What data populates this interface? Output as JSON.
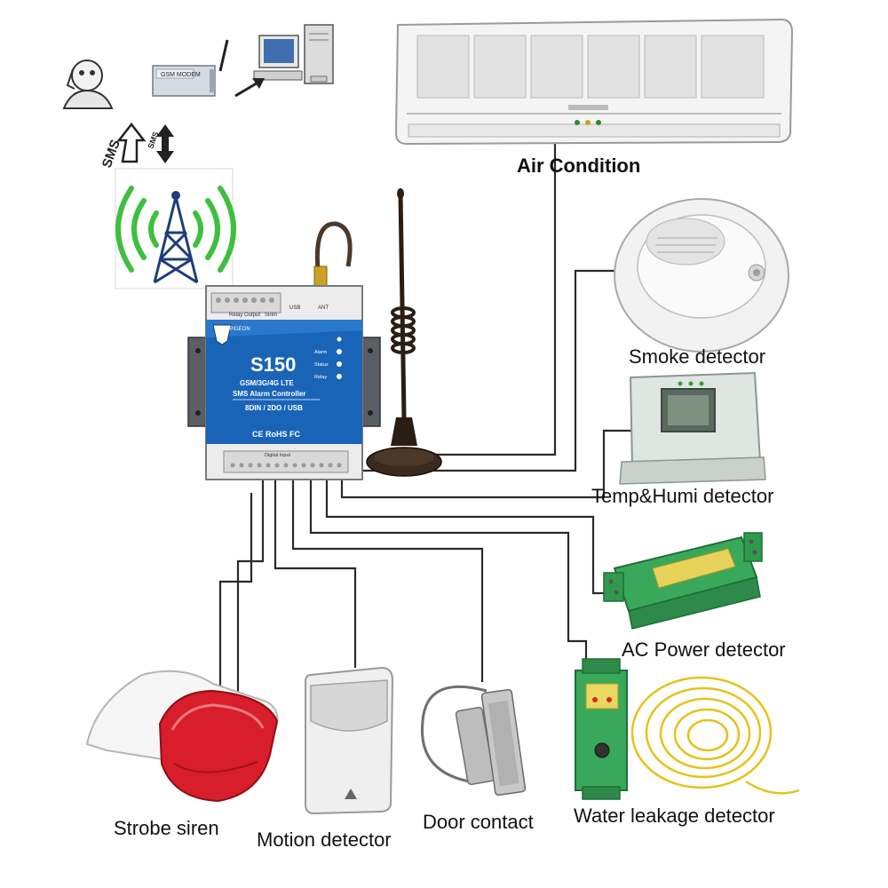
{
  "labels": {
    "air_condition": "Air Condition",
    "smoke": "Smoke detector",
    "temp_humi": "Temp&Humi detector",
    "ac_power": "AC Power detector",
    "water_leak": "Water leakage detector",
    "door": "Door contact",
    "motion": "Motion detector",
    "siren": "Strobe siren"
  },
  "sms_top": {
    "sms_left": "SMS",
    "sms_right": "SMS",
    "modem_label": "GSM MODEM"
  },
  "controller": {
    "brand": "KING PIGEON",
    "model": "S150",
    "line1": "GSM/3G/4G LTE",
    "line2": "SMS Alarm Controller",
    "line3": "8DIN / 2DO / USB",
    "cert": "CE RoHS FC",
    "leds": [
      "Alarm",
      "Status",
      "Relay"
    ],
    "port_usb": "USB",
    "port_ant": "ANT",
    "relay_output": "Relay Output",
    "siren_port": "Siren",
    "digital_input": "Digital Input"
  },
  "colors": {
    "controller_blue": "#1a64b8",
    "wire": "#2a2a2a",
    "signal_green": "#3fbf3f",
    "siren_red": "#d81e2a",
    "module_green": "#3aa85a",
    "cable_yellow": "#e6c21a"
  }
}
